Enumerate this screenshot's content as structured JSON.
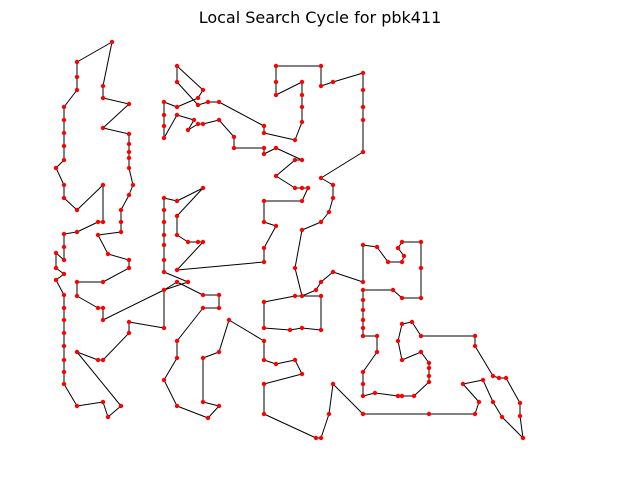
{
  "chart_data": {
    "type": "line",
    "title": "Local Search Cycle for pbk411",
    "xlabel": "",
    "ylabel": "",
    "axes_visible": false,
    "grid": false,
    "legend": "none",
    "closed_cycle": true,
    "tour_color": "#000000",
    "node_color": "#ff0000",
    "series": [
      {
        "values": [
          [
            112,
            42
          ],
          [
            77,
            62
          ],
          [
            77,
            77
          ],
          [
            77,
            90
          ],
          [
            64,
            107
          ],
          [
            64,
            120
          ],
          [
            64,
            133
          ],
          [
            64,
            146
          ],
          [
            64,
            160
          ],
          [
            56,
            168
          ],
          [
            64,
            185
          ],
          [
            64,
            198
          ],
          [
            77,
            210
          ],
          [
            103,
            185
          ],
          [
            103,
            222
          ],
          [
            98,
            222
          ],
          [
            77,
            232
          ],
          [
            64,
            234
          ],
          [
            64,
            247
          ],
          [
            64,
            260
          ],
          [
            56,
            253
          ],
          [
            56,
            268
          ],
          [
            64,
            274
          ],
          [
            56,
            280
          ],
          [
            64,
            295
          ],
          [
            64,
            308
          ],
          [
            64,
            320
          ],
          [
            64,
            333
          ],
          [
            64,
            346
          ],
          [
            64,
            360
          ],
          [
            64,
            372
          ],
          [
            64,
            384
          ],
          [
            77,
            406
          ],
          [
            103,
            402
          ],
          [
            108,
            417
          ],
          [
            121,
            406
          ],
          [
            77,
            352
          ],
          [
            98,
            360
          ],
          [
            103,
            360
          ],
          [
            129,
            333
          ],
          [
            129,
            322
          ],
          [
            164,
            328
          ],
          [
            164,
            290
          ],
          [
            177,
            282
          ],
          [
            203,
            295
          ],
          [
            219,
            295
          ],
          [
            219,
            308
          ],
          [
            203,
            308
          ],
          [
            177,
            341
          ],
          [
            177,
            358
          ],
          [
            164,
            380
          ],
          [
            177,
            406
          ],
          [
            208,
            418
          ],
          [
            219,
            406
          ],
          [
            203,
            402
          ],
          [
            203,
            358
          ],
          [
            219,
            352
          ],
          [
            229,
            320
          ],
          [
            264,
            341
          ],
          [
            264,
            360
          ],
          [
            276,
            364
          ],
          [
            295,
            360
          ],
          [
            302,
            374
          ],
          [
            264,
            384
          ],
          [
            264,
            414
          ],
          [
            316,
            438
          ],
          [
            321,
            438
          ],
          [
            329,
            414
          ],
          [
            333,
            384
          ],
          [
            363,
            414
          ],
          [
            429,
            414
          ],
          [
            475,
            414
          ],
          [
            479,
            402
          ],
          [
            463,
            384
          ],
          [
            483,
            380
          ],
          [
            493,
            402
          ],
          [
            502,
            417
          ],
          [
            523,
            438
          ],
          [
            520,
            416
          ],
          [
            520,
            403
          ],
          [
            506,
            378
          ],
          [
            499,
            378
          ],
          [
            493,
            376
          ],
          [
            475,
            346
          ],
          [
            475,
            336
          ],
          [
            421,
            336
          ],
          [
            412,
            322
          ],
          [
            402,
            324
          ],
          [
            398,
            341
          ],
          [
            402,
            360
          ],
          [
            421,
            352
          ],
          [
            429,
            363
          ],
          [
            429,
            368
          ],
          [
            429,
            376
          ],
          [
            429,
            382
          ],
          [
            414,
            396
          ],
          [
            402,
            396
          ],
          [
            398,
            396
          ],
          [
            375,
            393
          ],
          [
            363,
            396
          ],
          [
            363,
            384
          ],
          [
            363,
            372
          ],
          [
            377,
            352
          ],
          [
            377,
            336
          ],
          [
            363,
            336
          ],
          [
            363,
            328
          ],
          [
            363,
            320
          ],
          [
            363,
            310
          ],
          [
            363,
            300
          ],
          [
            363,
            290
          ],
          [
            393,
            290
          ],
          [
            402,
            298
          ],
          [
            421,
            298
          ],
          [
            421,
            268
          ],
          [
            421,
            242
          ],
          [
            402,
            242
          ],
          [
            398,
            248
          ],
          [
            404,
            256
          ],
          [
            402,
            262
          ],
          [
            388,
            262
          ],
          [
            377,
            247
          ],
          [
            363,
            245
          ],
          [
            363,
            282
          ],
          [
            333,
            272
          ],
          [
            321,
            282
          ],
          [
            316,
            290
          ],
          [
            302,
            296
          ],
          [
            295,
            296
          ],
          [
            264,
            302
          ],
          [
            264,
            328
          ],
          [
            290,
            330
          ],
          [
            302,
            328
          ],
          [
            321,
            330
          ],
          [
            321,
            296
          ],
          [
            302,
            296
          ],
          [
            295,
            268
          ],
          [
            302,
            230
          ],
          [
            321,
            222
          ],
          [
            329,
            212
          ],
          [
            333,
            198
          ],
          [
            333,
            185
          ],
          [
            321,
            178
          ],
          [
            363,
            152
          ],
          [
            363,
            120
          ],
          [
            363,
            107
          ],
          [
            363,
            90
          ],
          [
            363,
            73
          ],
          [
            333,
            82
          ],
          [
            321,
            86
          ],
          [
            321,
            66
          ],
          [
            276,
            66
          ],
          [
            276,
            82
          ],
          [
            276,
            95
          ],
          [
            302,
            82
          ],
          [
            302,
            95
          ],
          [
            302,
            107
          ],
          [
            302,
            122
          ],
          [
            295,
            140
          ],
          [
            264,
            133
          ],
          [
            264,
            126
          ],
          [
            219,
            102
          ],
          [
            208,
            102
          ],
          [
            198,
            105
          ],
          [
            177,
            82
          ],
          [
            177,
            66
          ],
          [
            203,
            90
          ],
          [
            198,
            98
          ],
          [
            177,
            107
          ],
          [
            164,
            102
          ],
          [
            164,
            115
          ],
          [
            164,
            126
          ],
          [
            164,
            138
          ],
          [
            177,
            115
          ],
          [
            194,
            120
          ],
          [
            188,
            130
          ],
          [
            198,
            124
          ],
          [
            203,
            124
          ],
          [
            219,
            120
          ],
          [
            234,
            137
          ],
          [
            234,
            148
          ],
          [
            264,
            148
          ],
          [
            264,
            154
          ],
          [
            276,
            148
          ],
          [
            302,
            160
          ],
          [
            295,
            160
          ],
          [
            276,
            176
          ],
          [
            295,
            188
          ],
          [
            302,
            188
          ],
          [
            308,
            188
          ],
          [
            302,
            201
          ],
          [
            264,
            201
          ],
          [
            264,
            222
          ],
          [
            276,
            226
          ],
          [
            264,
            248
          ],
          [
            264,
            262
          ],
          [
            177,
            270
          ],
          [
            203,
            242
          ],
          [
            198,
            242
          ],
          [
            188,
            242
          ],
          [
            177,
            235
          ],
          [
            177,
            216
          ],
          [
            203,
            188
          ],
          [
            177,
            201
          ],
          [
            164,
            198
          ],
          [
            164,
            210
          ],
          [
            164,
            222
          ],
          [
            164,
            235
          ],
          [
            164,
            245
          ],
          [
            164,
            260
          ],
          [
            164,
            272
          ],
          [
            188,
            282
          ],
          [
            164,
            290
          ],
          [
            103,
            320
          ],
          [
            103,
            308
          ],
          [
            98,
            308
          ],
          [
            77,
            296
          ],
          [
            77,
            282
          ],
          [
            103,
            282
          ],
          [
            129,
            268
          ],
          [
            129,
            260
          ],
          [
            108,
            254
          ],
          [
            98,
            235
          ],
          [
            121,
            232
          ],
          [
            121,
            222
          ],
          [
            121,
            210
          ],
          [
            129,
            195
          ],
          [
            133,
            185
          ],
          [
            129,
            168
          ],
          [
            129,
            158
          ],
          [
            129,
            152
          ],
          [
            129,
            144
          ],
          [
            129,
            134
          ],
          [
            103,
            128
          ],
          [
            129,
            104
          ],
          [
            103,
            98
          ],
          [
            103,
            86
          ],
          [
            112,
            42
          ]
        ]
      }
    ],
    "title_key": "title"
  }
}
